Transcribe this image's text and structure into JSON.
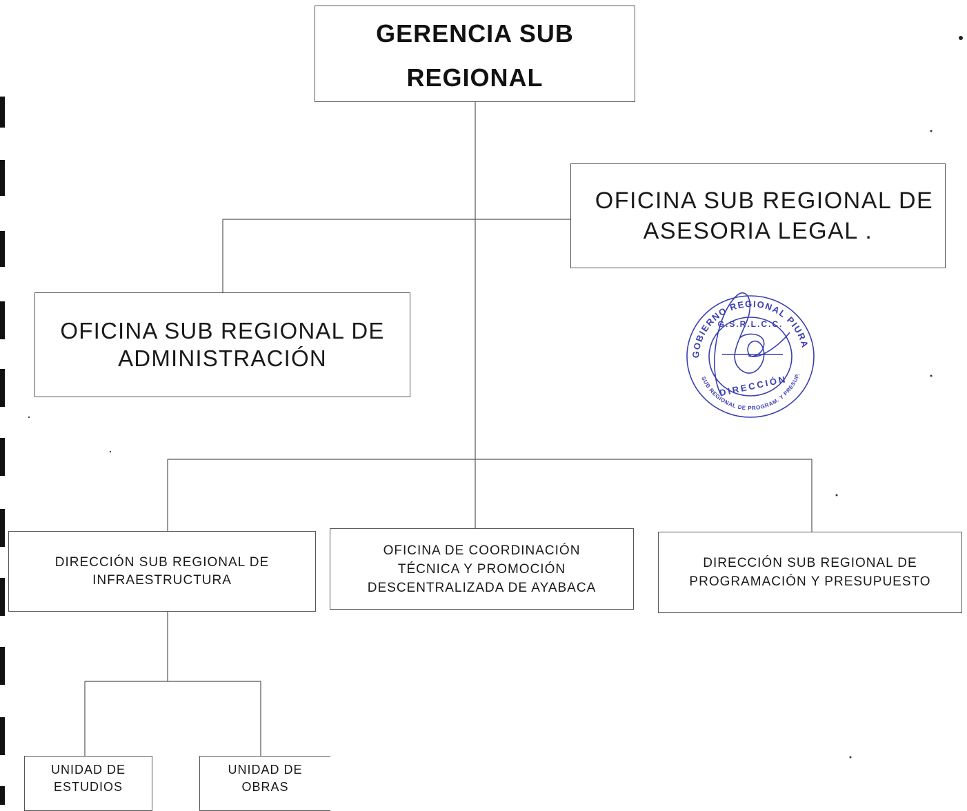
{
  "org_chart": {
    "root": {
      "line1": "GERENCIA SUB",
      "line2": "REGIONAL"
    },
    "advisory": {
      "line1": "OFICINA SUB REGIONAL DE",
      "line2": "ASESORIA LEGAL ."
    },
    "administration": {
      "line1": "OFICINA SUB REGIONAL DE",
      "line2": "ADMINISTRACIÓN"
    },
    "directorates": [
      {
        "line1": "DIRECCIÓN SUB REGIONAL DE",
        "line2": "INFRAESTRUCTURA"
      },
      {
        "line1": "OFICINA DE COORDINACIÓN",
        "line2": "TÉCNICA Y PROMOCIÓN",
        "line3": "DESCENTRALIZADA DE AYABACA"
      },
      {
        "line1": "DIRECCIÓN SUB REGIONAL DE",
        "line2": "PROGRAMACIÓN Y PRESUPUESTO"
      }
    ],
    "units": [
      {
        "line1": "UNIDAD DE",
        "line2": "ESTUDIOS"
      },
      {
        "line1": "UNIDAD DE",
        "line2": "OBRAS"
      }
    ]
  },
  "seal": {
    "outer_text_top": "GOBIERNO REGIONAL PIURA",
    "outer_text_bottom": "SUB REGIONAL DE PROGRAM. Y PRESUP.",
    "inner_top": "G.S.R.L.C.C.",
    "inner_bottom": "DIRECCIÓN",
    "color": "#3a3fb0"
  },
  "colors": {
    "line": "#555555",
    "text": "#1a1a1a",
    "background": "#ffffff"
  }
}
